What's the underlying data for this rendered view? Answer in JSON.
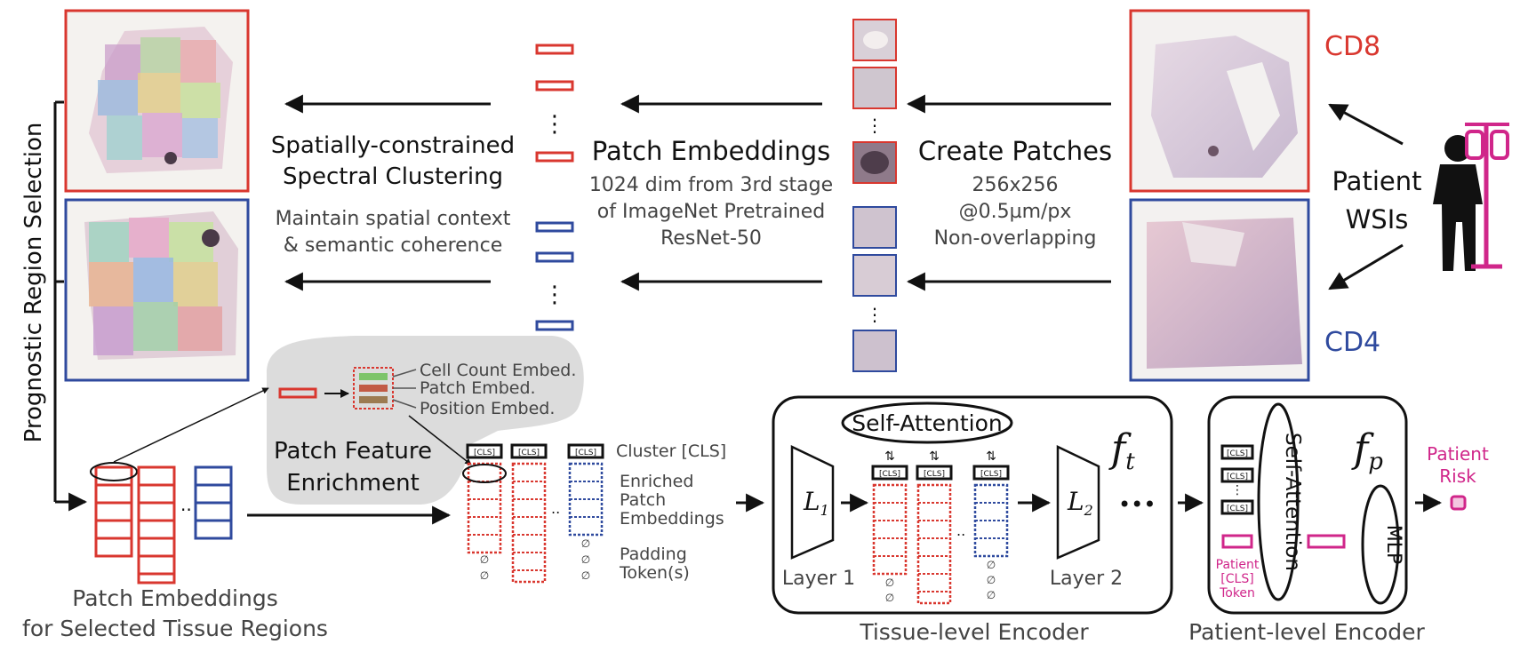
{
  "colors": {
    "cd8": "#d9372f",
    "cd4": "#2f4a9e",
    "patient": "#d0268a",
    "enrich_bg": "#dcdcdc",
    "cell_count": "#7dc46a",
    "patch_embed": "#c25a45",
    "position_embed": "#9c7b52"
  },
  "top": {
    "cd8_label": "CD8",
    "cd4_label": "CD4",
    "patient_wsis_line1": "Patient",
    "patient_wsis_line2": "WSIs",
    "create_patches": {
      "title": "Create Patches",
      "l1": "256x256",
      "l2": "@0.5µm/px",
      "l3": "Non-overlapping"
    },
    "patch_embeddings": {
      "title": "Patch Embeddings",
      "l1": "1024 dim from 3rd stage",
      "l2": "of ImageNet Pretrained",
      "l3": "ResNet-50"
    },
    "clustering": {
      "t1": "Spatially-constrained",
      "t2": "Spectral Clustering",
      "l1": "Maintain spatial context",
      "l2": "& semantic coherence"
    }
  },
  "left": {
    "vertical_label": "Prognostic Region Selection",
    "selected_line1": "Patch Embeddings",
    "selected_line2": "for Selected Tissue Regions"
  },
  "enrichment": {
    "title_l1": "Patch Feature",
    "title_l2": "Enrichment",
    "cell_count": "Cell Count Embed.",
    "patch": "Patch Embed.",
    "position": "Position Embed."
  },
  "tokens": {
    "cls": "[CLS]",
    "pad": "∅",
    "cluster_cls": "Cluster [CLS]",
    "enriched_l1": "Enriched",
    "enriched_l2": "Patch",
    "enriched_l3": "Embeddings",
    "padding_l1": "Padding",
    "padding_l2": "Token(s)"
  },
  "tissue_encoder": {
    "self_attention": "Self-Attention",
    "f_symbol": "f",
    "f_sub": "t",
    "l1": "L",
    "l1_sub": "1",
    "l2": "L",
    "l2_sub": "2",
    "layer1": "Layer 1",
    "layer2": "Layer 2",
    "ellipsis": "•••",
    "caption": "Tissue-level Encoder"
  },
  "patient_encoder": {
    "self_attention": "Self-Attention",
    "mlp": "MLP",
    "f_symbol": "f",
    "f_sub": "p",
    "token_l1": "Patient",
    "token_l2": "[CLS]",
    "token_l3": "Token",
    "caption": "Patient-level Encoder",
    "risk_l1": "Patient",
    "risk_l2": "Risk"
  },
  "misc": {
    "vdots": "⋮",
    "hdots": ".."
  }
}
